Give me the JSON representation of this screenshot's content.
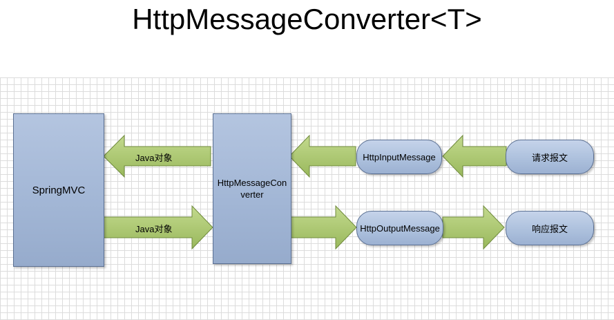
{
  "title": "HttpMessageConverter<T>",
  "nodes": {
    "springmvc": "SpringMVC",
    "converter_line1": "HttpMessageCon",
    "converter_line2": "verter",
    "input_message": "HttpInputMessage",
    "output_message": "HttpOutputMessage",
    "request_body": "请求报文",
    "response_body": "响应报文"
  },
  "edges": {
    "to_springmvc_label": "Java对象",
    "from_springmvc_label": "Java对象"
  },
  "colors": {
    "node_fill": "#a3b7d6",
    "node_border": "#5a6f92",
    "arrow_fill": "#a6c46a",
    "arrow_border": "#6f8a3c",
    "grid_line": "#dcdcdc"
  }
}
